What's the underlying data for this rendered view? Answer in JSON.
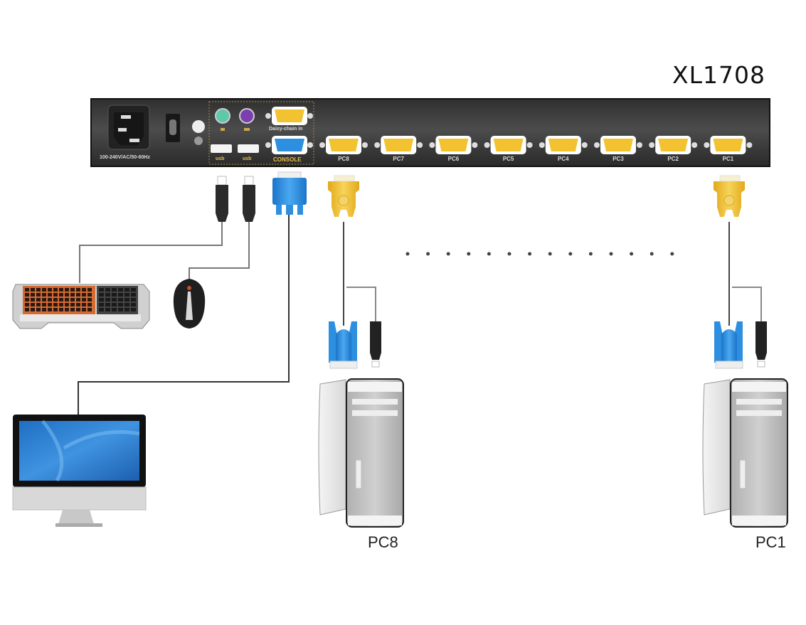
{
  "device": {
    "model": "XL1708",
    "power_rating": "100-240V/AC/50-60Hz",
    "daisy_chain_label": "Daisy-chain in",
    "console_label": "CONSOLE",
    "usb_label": "usb",
    "pc_ports": [
      "PC8",
      "PC7",
      "PC6",
      "PC5",
      "PC4",
      "PC3",
      "PC2",
      "PC1"
    ]
  },
  "computers": [
    {
      "label": "PC8"
    },
    {
      "label": "PC1"
    }
  ],
  "colors": {
    "panel": "#3f3f3f",
    "vga_yellow": "#f2c230",
    "vga_blue": "#2d8fe0",
    "ps2_green": "#5fc8a8",
    "ps2_purple": "#7b3fb0",
    "cable": "#555555"
  },
  "icons": {
    "keyboard": "keyboard-icon",
    "mouse": "mouse-icon",
    "monitor": "monitor-icon",
    "tower": "tower-pc-icon"
  }
}
